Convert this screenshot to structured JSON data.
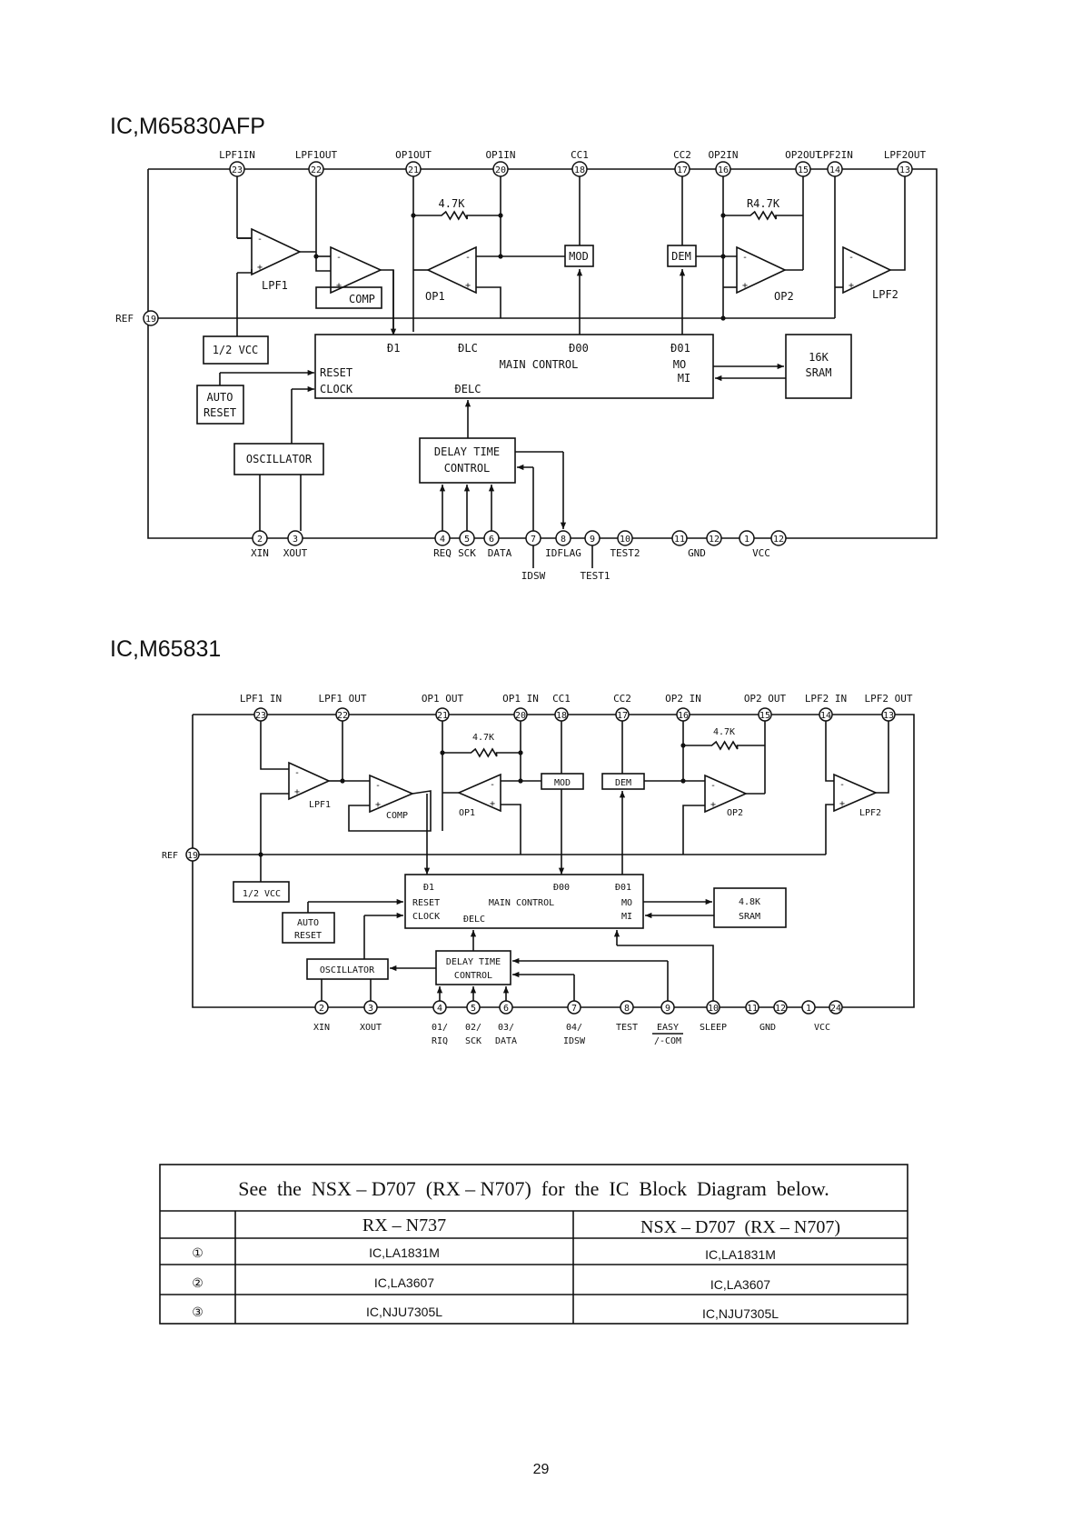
{
  "diagrams": {
    "d1": {
      "title": "IC,M65830AFP",
      "pins_top": [
        {
          "num": "23",
          "label": "LPF1IN"
        },
        {
          "num": "22",
          "label": "LPF1OUT"
        },
        {
          "num": "21",
          "label": "OP1OUT"
        },
        {
          "num": "20",
          "label": "OP1IN"
        },
        {
          "num": "18",
          "label": "CC1"
        },
        {
          "num": "17",
          "label": "CC2"
        },
        {
          "num": "16",
          "label": "OP2IN"
        },
        {
          "num": "15",
          "label": "OP2OUT"
        },
        {
          "num": "14",
          "label": "LPF2IN"
        },
        {
          "num": "13",
          "label": "LPF2OUT"
        }
      ],
      "pins_bottom": [
        {
          "num": "2",
          "label": "XIN"
        },
        {
          "num": "3",
          "label": "XOUT"
        },
        {
          "num": "4",
          "label": "REQ"
        },
        {
          "num": "5",
          "label": "SCK"
        },
        {
          "num": "6",
          "label": "DATA"
        },
        {
          "num": "7",
          "label": "IDSW"
        },
        {
          "num": "8",
          "label": "IDFLAG"
        },
        {
          "num": "9",
          "label": "TEST1"
        },
        {
          "num": "10",
          "label": "TEST2"
        },
        {
          "num": "11",
          "label": ""
        },
        {
          "num": "12",
          "label": ""
        },
        {
          "num": "1",
          "label": ""
        },
        {
          "num": "12",
          "label": ""
        }
      ],
      "pin_ref": {
        "num": "19",
        "label": "REF"
      },
      "gnd_label": "GND",
      "vcc_label": "VCC",
      "resistor1": "4.7K",
      "resistor2": "R4.7K",
      "amps": {
        "lpf1": "LPF1",
        "comp": "COMP",
        "op1": "OP1",
        "op2": "OP2",
        "lpf2": "LPF2"
      },
      "blocks": {
        "mod": "MOD",
        "dem": "DEM",
        "half_vcc": "1/2 VCC",
        "auto_reset": [
          "AUTO",
          "RESET"
        ],
        "oscillator": "OSCILLATOR",
        "delay": [
          "DELAY TIME",
          "CONTROL"
        ],
        "sram": [
          "16K",
          "SRAM"
        ],
        "main": {
          "title": "MAIN CONTROL",
          "d1": "Đ1",
          "dlc": "ĐLC",
          "d00": "Đ00",
          "d01": "Đ01",
          "mo": "MO",
          "mi": "MI",
          "reset": "RESET",
          "clock": "CLOCK",
          "delc": "ĐELC"
        }
      }
    },
    "d2": {
      "title": "IC,M65831",
      "pins_top": [
        {
          "num": "23",
          "label": "LPF1 IN"
        },
        {
          "num": "22",
          "label": "LPF1 OUT"
        },
        {
          "num": "21",
          "label": "OP1 OUT"
        },
        {
          "num": "20",
          "label": "OP1 IN"
        },
        {
          "num": "18",
          "label": "CC1"
        },
        {
          "num": "17",
          "label": "CC2"
        },
        {
          "num": "16",
          "label": "OP2 IN"
        },
        {
          "num": "15",
          "label": "OP2 OUT"
        },
        {
          "num": "14",
          "label": "LPF2 IN"
        },
        {
          "num": "13",
          "label": "LPF2 OUT"
        }
      ],
      "pins_bottom": [
        {
          "num": "2",
          "label": "XIN"
        },
        {
          "num": "3",
          "label": "XOUT"
        },
        {
          "num": "4",
          "label": "01/",
          "label2": "RIQ"
        },
        {
          "num": "5",
          "label": "02/",
          "label2": "SCK"
        },
        {
          "num": "6",
          "label": "03/",
          "label2": "DATA"
        },
        {
          "num": "7",
          "label": "04/",
          "label2": "IDSW"
        },
        {
          "num": "8",
          "label": "TEST"
        },
        {
          "num": "9",
          "label": "EASY",
          "label2": "/-COM"
        },
        {
          "num": "10",
          "label": "SLEEP"
        },
        {
          "num": "11",
          "label": ""
        },
        {
          "num": "12",
          "label": ""
        },
        {
          "num": "1",
          "label": ""
        },
        {
          "num": "24",
          "label": ""
        }
      ],
      "pin_ref": {
        "num": "19",
        "label": "REF"
      },
      "gnd_label": "GND",
      "vcc_label": "VCC",
      "resistor1": "4.7K",
      "resistor2": "4.7K",
      "amps": {
        "lpf1": "LPF1",
        "comp": "COMP",
        "op1": "OP1",
        "op2": "OP2",
        "lpf2": "LPF2"
      },
      "blocks": {
        "mod": "MOD",
        "dem": "DEM",
        "half_vcc": "1/2 VCC",
        "auto_reset": [
          "AUTO",
          "RESET"
        ],
        "oscillator": "OSCILLATOR",
        "delay": [
          "DELAY TIME",
          "CONTROL"
        ],
        "sram": [
          "4.8K",
          "SRAM"
        ],
        "main": {
          "title": "MAIN CONTROL",
          "d1": "Đ1",
          "d00": "Đ00",
          "d01": "Đ01",
          "mo": "MO",
          "mi": "MI",
          "reset": "RESET",
          "clock": "CLOCK",
          "delc": "ĐELC"
        }
      }
    }
  },
  "table": {
    "title": "See  the  NSX – D707  (RX – N707)  for  the  IC  Block  Diagram  below.",
    "headers": [
      "",
      "RX – N737",
      "NSX – D707  (RX – N707)"
    ],
    "rows": [
      [
        "①",
        "IC,LA1831M",
        "IC,LA1831M"
      ],
      [
        "②",
        "IC,LA3607",
        "IC,LA3607"
      ],
      [
        "③",
        "IC,NJU7305L",
        "IC,NJU7305L"
      ]
    ]
  },
  "page_number": "29"
}
